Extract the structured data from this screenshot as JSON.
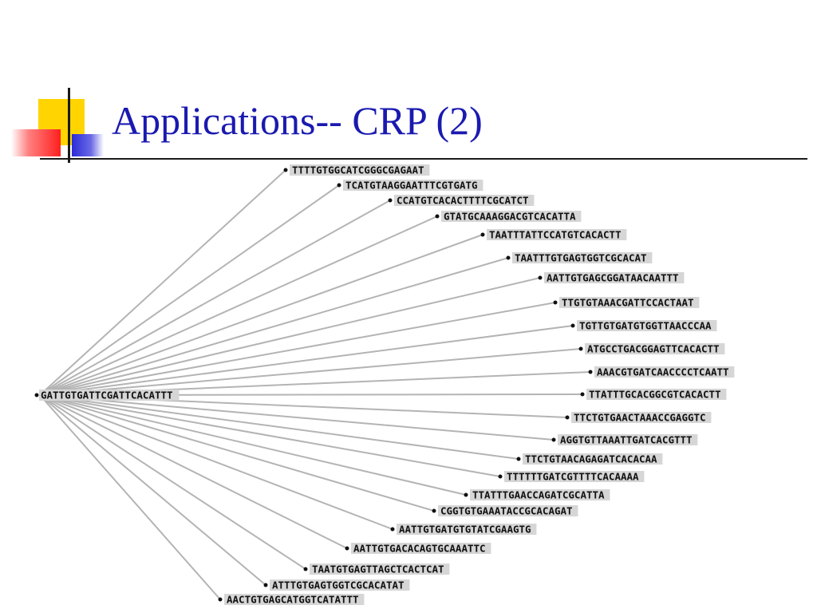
{
  "slide": {
    "title": "Applications-- CRP (2)"
  },
  "tree": {
    "root": "GATTGTGATTCGATTCACATTT",
    "leaves": [
      "TTTTGTGGCATCGGGCGAGAAT",
      "TCATGTAAGGAATTTCGTGATG",
      "CCATGTCACACTTTTCGCATCT",
      "GTATGCAAAGGACGTCACATTA",
      "TAATTTATTCCATGTCACACTT",
      "TAATTTGTGAGTGGTCGCACAT",
      "AATTGTGAGCGGATAACAATTT",
      "TTGTGTAAACGATTCCACTAAT",
      "TGTTGTGATGTGGTTAACCCAA",
      "ATGCCTGACGGAGTTCACACTT",
      "AAACGTGATCAACCCCTCAATT",
      "TTATTTGCACGGCGTCACACTT",
      "TTCTGTGAACTAAACCGAGGTC",
      "AGGTGTTAAATTGATCACGTTT",
      "TTCTGTAACAGAGATCACACAA",
      "TTTTTTGATCGTTTTCACAAAA",
      "TTATTTGAACCAGATCGCATTA",
      "CGGTGTGAAATACCGCACAGAT",
      "AATTGTGATGTGTATCGAAGTG",
      "AATTGTGACACAGTGCAAATTC",
      "TAATGTGAGTTAGCTCACTCAT",
      "ATTTGTGAGTGGTCGCACATAT",
      "AACTGTGAGCATGGTCATATTT"
    ]
  }
}
